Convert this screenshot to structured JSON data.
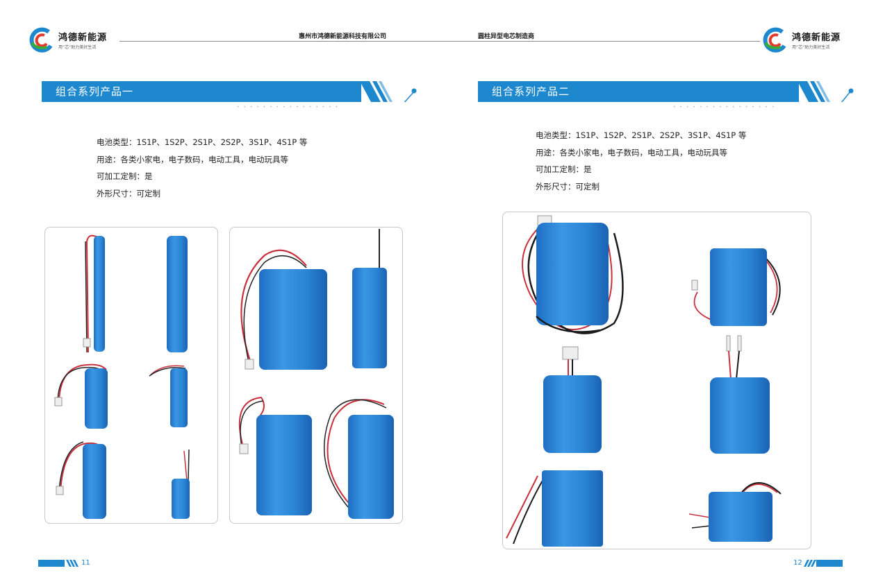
{
  "header": {
    "brand_name": "鸿德新能源",
    "brand_slogan": "用“芯”助力美好生活",
    "company": "惠州市鸿德新能源科技有限公司",
    "tagline": "圆柱异型电芯制造商"
  },
  "left_page": {
    "section_title": "组合系列产品一",
    "specs": [
      "电池类型：1S1P、1S2P、2S1P、2S2P、3S1P、4S1P 等",
      "用途：各类小家电，电子数码，电动工具，电动玩具等",
      "可加工定制：是",
      "外形尺寸：可定制"
    ],
    "page_number": "11"
  },
  "right_page": {
    "section_title": "组合系列产品二",
    "specs": [
      "电池类型：1S1P、1S2P、2S1P、2S2P、3S1P、4S1P 等",
      "用途：各类小家电，电子数码，电动工具，电动玩具等",
      "可加工定制：是",
      "外形尺寸：可定制"
    ],
    "page_number": "12"
  },
  "colors": {
    "accent": "#1e88cf",
    "battery": "#2b86d6",
    "battery_dark": "#1f6fbf"
  }
}
